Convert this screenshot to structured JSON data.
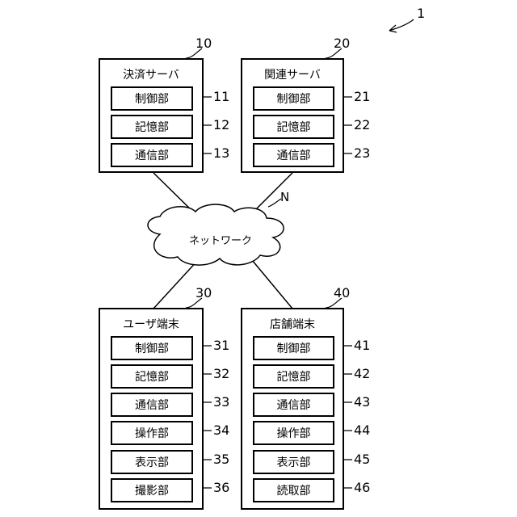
{
  "system": {
    "ref": "1"
  },
  "network": {
    "label": "ネットワーク",
    "ref": "N"
  },
  "boxes": [
    {
      "id": "settlement-server",
      "title": "決済サーバ",
      "ref": "10",
      "units": [
        {
          "label": "制御部",
          "ref": "11"
        },
        {
          "label": "記憶部",
          "ref": "12"
        },
        {
          "label": "通信部",
          "ref": "13"
        }
      ]
    },
    {
      "id": "related-server",
      "title": "関連サーバ",
      "ref": "20",
      "units": [
        {
          "label": "制御部",
          "ref": "21"
        },
        {
          "label": "記憶部",
          "ref": "22"
        },
        {
          "label": "通信部",
          "ref": "23"
        }
      ]
    },
    {
      "id": "user-terminal",
      "title": "ユーザ端末",
      "ref": "30",
      "units": [
        {
          "label": "制御部",
          "ref": "31"
        },
        {
          "label": "記憶部",
          "ref": "32"
        },
        {
          "label": "通信部",
          "ref": "33"
        },
        {
          "label": "操作部",
          "ref": "34"
        },
        {
          "label": "表示部",
          "ref": "35"
        },
        {
          "label": "撮影部",
          "ref": "36"
        }
      ]
    },
    {
      "id": "store-terminal",
      "title": "店舗端末",
      "ref": "40",
      "units": [
        {
          "label": "制御部",
          "ref": "41"
        },
        {
          "label": "記憶部",
          "ref": "42"
        },
        {
          "label": "通信部",
          "ref": "43"
        },
        {
          "label": "操作部",
          "ref": "44"
        },
        {
          "label": "表示部",
          "ref": "45"
        },
        {
          "label": "読取部",
          "ref": "46"
        }
      ]
    }
  ]
}
